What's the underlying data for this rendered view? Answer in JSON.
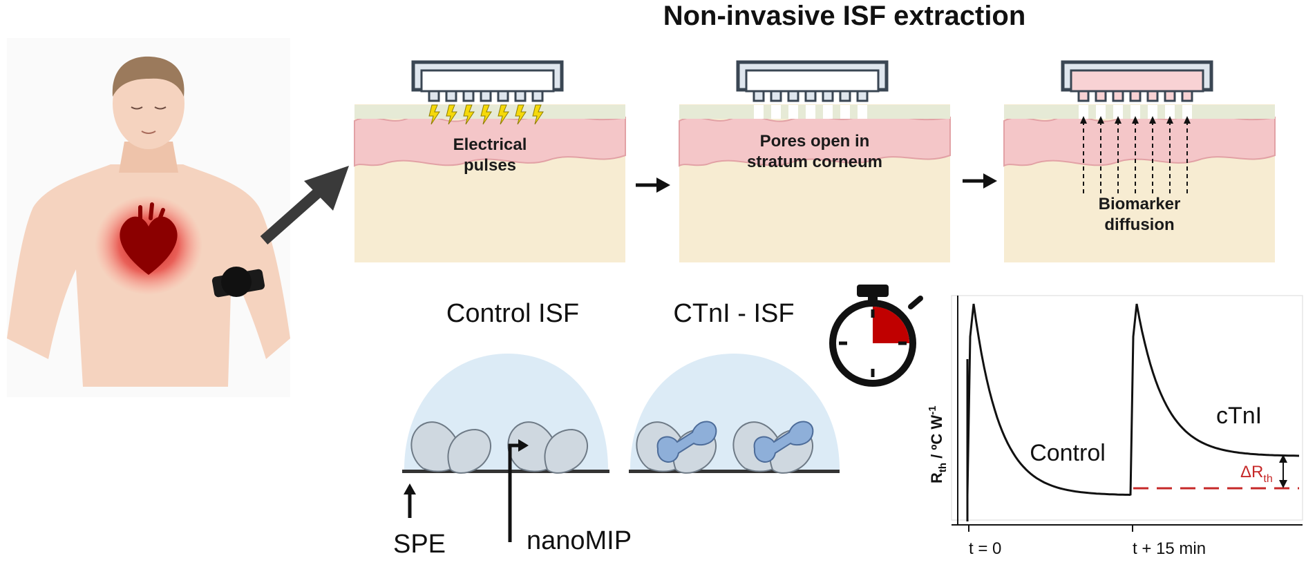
{
  "title": "Non-invasive ISF extraction",
  "panels": [
    {
      "caption_line1": "Electrical",
      "caption_line2": "pulses"
    },
    {
      "caption_line1": "Pores open in",
      "caption_line2": "stratum corneum"
    },
    {
      "caption_line1": "Biomarker",
      "caption_line2": "diffusion"
    }
  ],
  "labels": {
    "control_isf": "Control ISF",
    "ctni_isf": "CTnI - ISF",
    "spe": "SPE",
    "nanomip": "nanoMIP"
  },
  "colors": {
    "heart": "#b71c1c",
    "skin_pink": "#f4c6c8",
    "tissue": "#f7ecd2",
    "patch": "#dfe6ee",
    "patch_stroke": "#3a4653",
    "bolt": "#f5d90a",
    "delta_red": "#c62828"
  },
  "chart_data": {
    "type": "line",
    "title": "",
    "xlabel": "",
    "ylabel": "R_th / ºC W⁻¹",
    "ylabel_parts": {
      "main": "R",
      "sub": "th",
      "rest": " / ºC W",
      "sup": "-1"
    },
    "tick_labels": [
      "t = 0",
      "t + 15 min"
    ],
    "series": [
      {
        "name": "Control",
        "peak": 1.0,
        "plateau": 0.12
      },
      {
        "name": "cTnI",
        "peak": 1.0,
        "plateau": 0.3
      }
    ],
    "annotation": {
      "main": "ΔR",
      "sub": "th"
    }
  }
}
